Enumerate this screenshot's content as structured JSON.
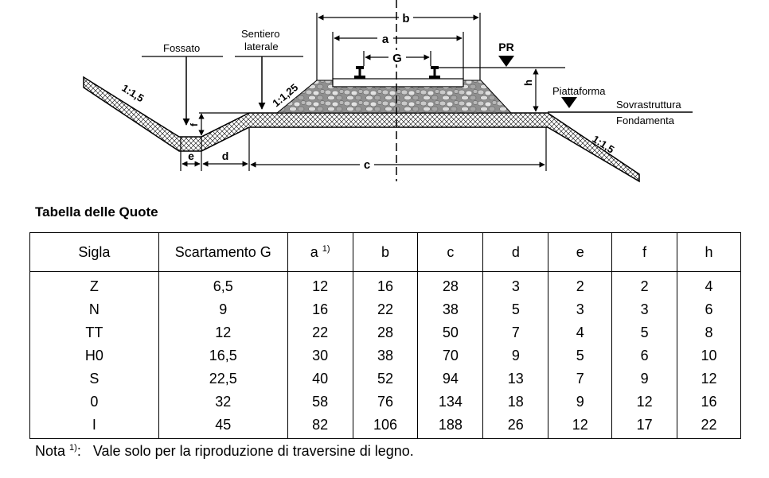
{
  "diagram": {
    "dim_labels": {
      "a": "a",
      "b": "b",
      "c": "c",
      "d": "d",
      "e": "e",
      "f": "f",
      "g": "G",
      "h": "h"
    },
    "slope_left": "1:1,5",
    "slope_ballast": "1:1,25",
    "slope_right": "1:1,5",
    "fossato": "Fossato",
    "sentiero_line1": "Sentiero",
    "sentiero_line2": "laterale",
    "pr": "PR",
    "piattaforma": "Piattaforma",
    "sovrastruttura": "Sovrastruttura",
    "fondamenta": "Fondamenta"
  },
  "table": {
    "title": "Tabella delle Quote",
    "headers": [
      "Sigla",
      "Scartamento G",
      "a",
      "b",
      "c",
      "d",
      "e",
      "f",
      "h"
    ],
    "header_a_sup": "1)",
    "rows": [
      [
        "Z",
        "6,5",
        "12",
        "16",
        "28",
        "3",
        "2",
        "2",
        "4"
      ],
      [
        "N",
        "9",
        "16",
        "22",
        "38",
        "5",
        "3",
        "3",
        "6"
      ],
      [
        "TT",
        "12",
        "22",
        "28",
        "50",
        "7",
        "4",
        "5",
        "8"
      ],
      [
        "H0",
        "16,5",
        "30",
        "38",
        "70",
        "9",
        "5",
        "6",
        "10"
      ],
      [
        "S",
        "22,5",
        "40",
        "52",
        "94",
        "13",
        "7",
        "9",
        "12"
      ],
      [
        "0",
        "32",
        "58",
        "76",
        "134",
        "18",
        "9",
        "12",
        "16"
      ],
      [
        "I",
        "45",
        "82",
        "106",
        "188",
        "26",
        "12",
        "17",
        "22"
      ]
    ]
  },
  "note": {
    "prefix": "Nota",
    "sup": "1)",
    "colon": ":",
    "text": "Vale solo per la riproduzione di traversine di legno."
  }
}
